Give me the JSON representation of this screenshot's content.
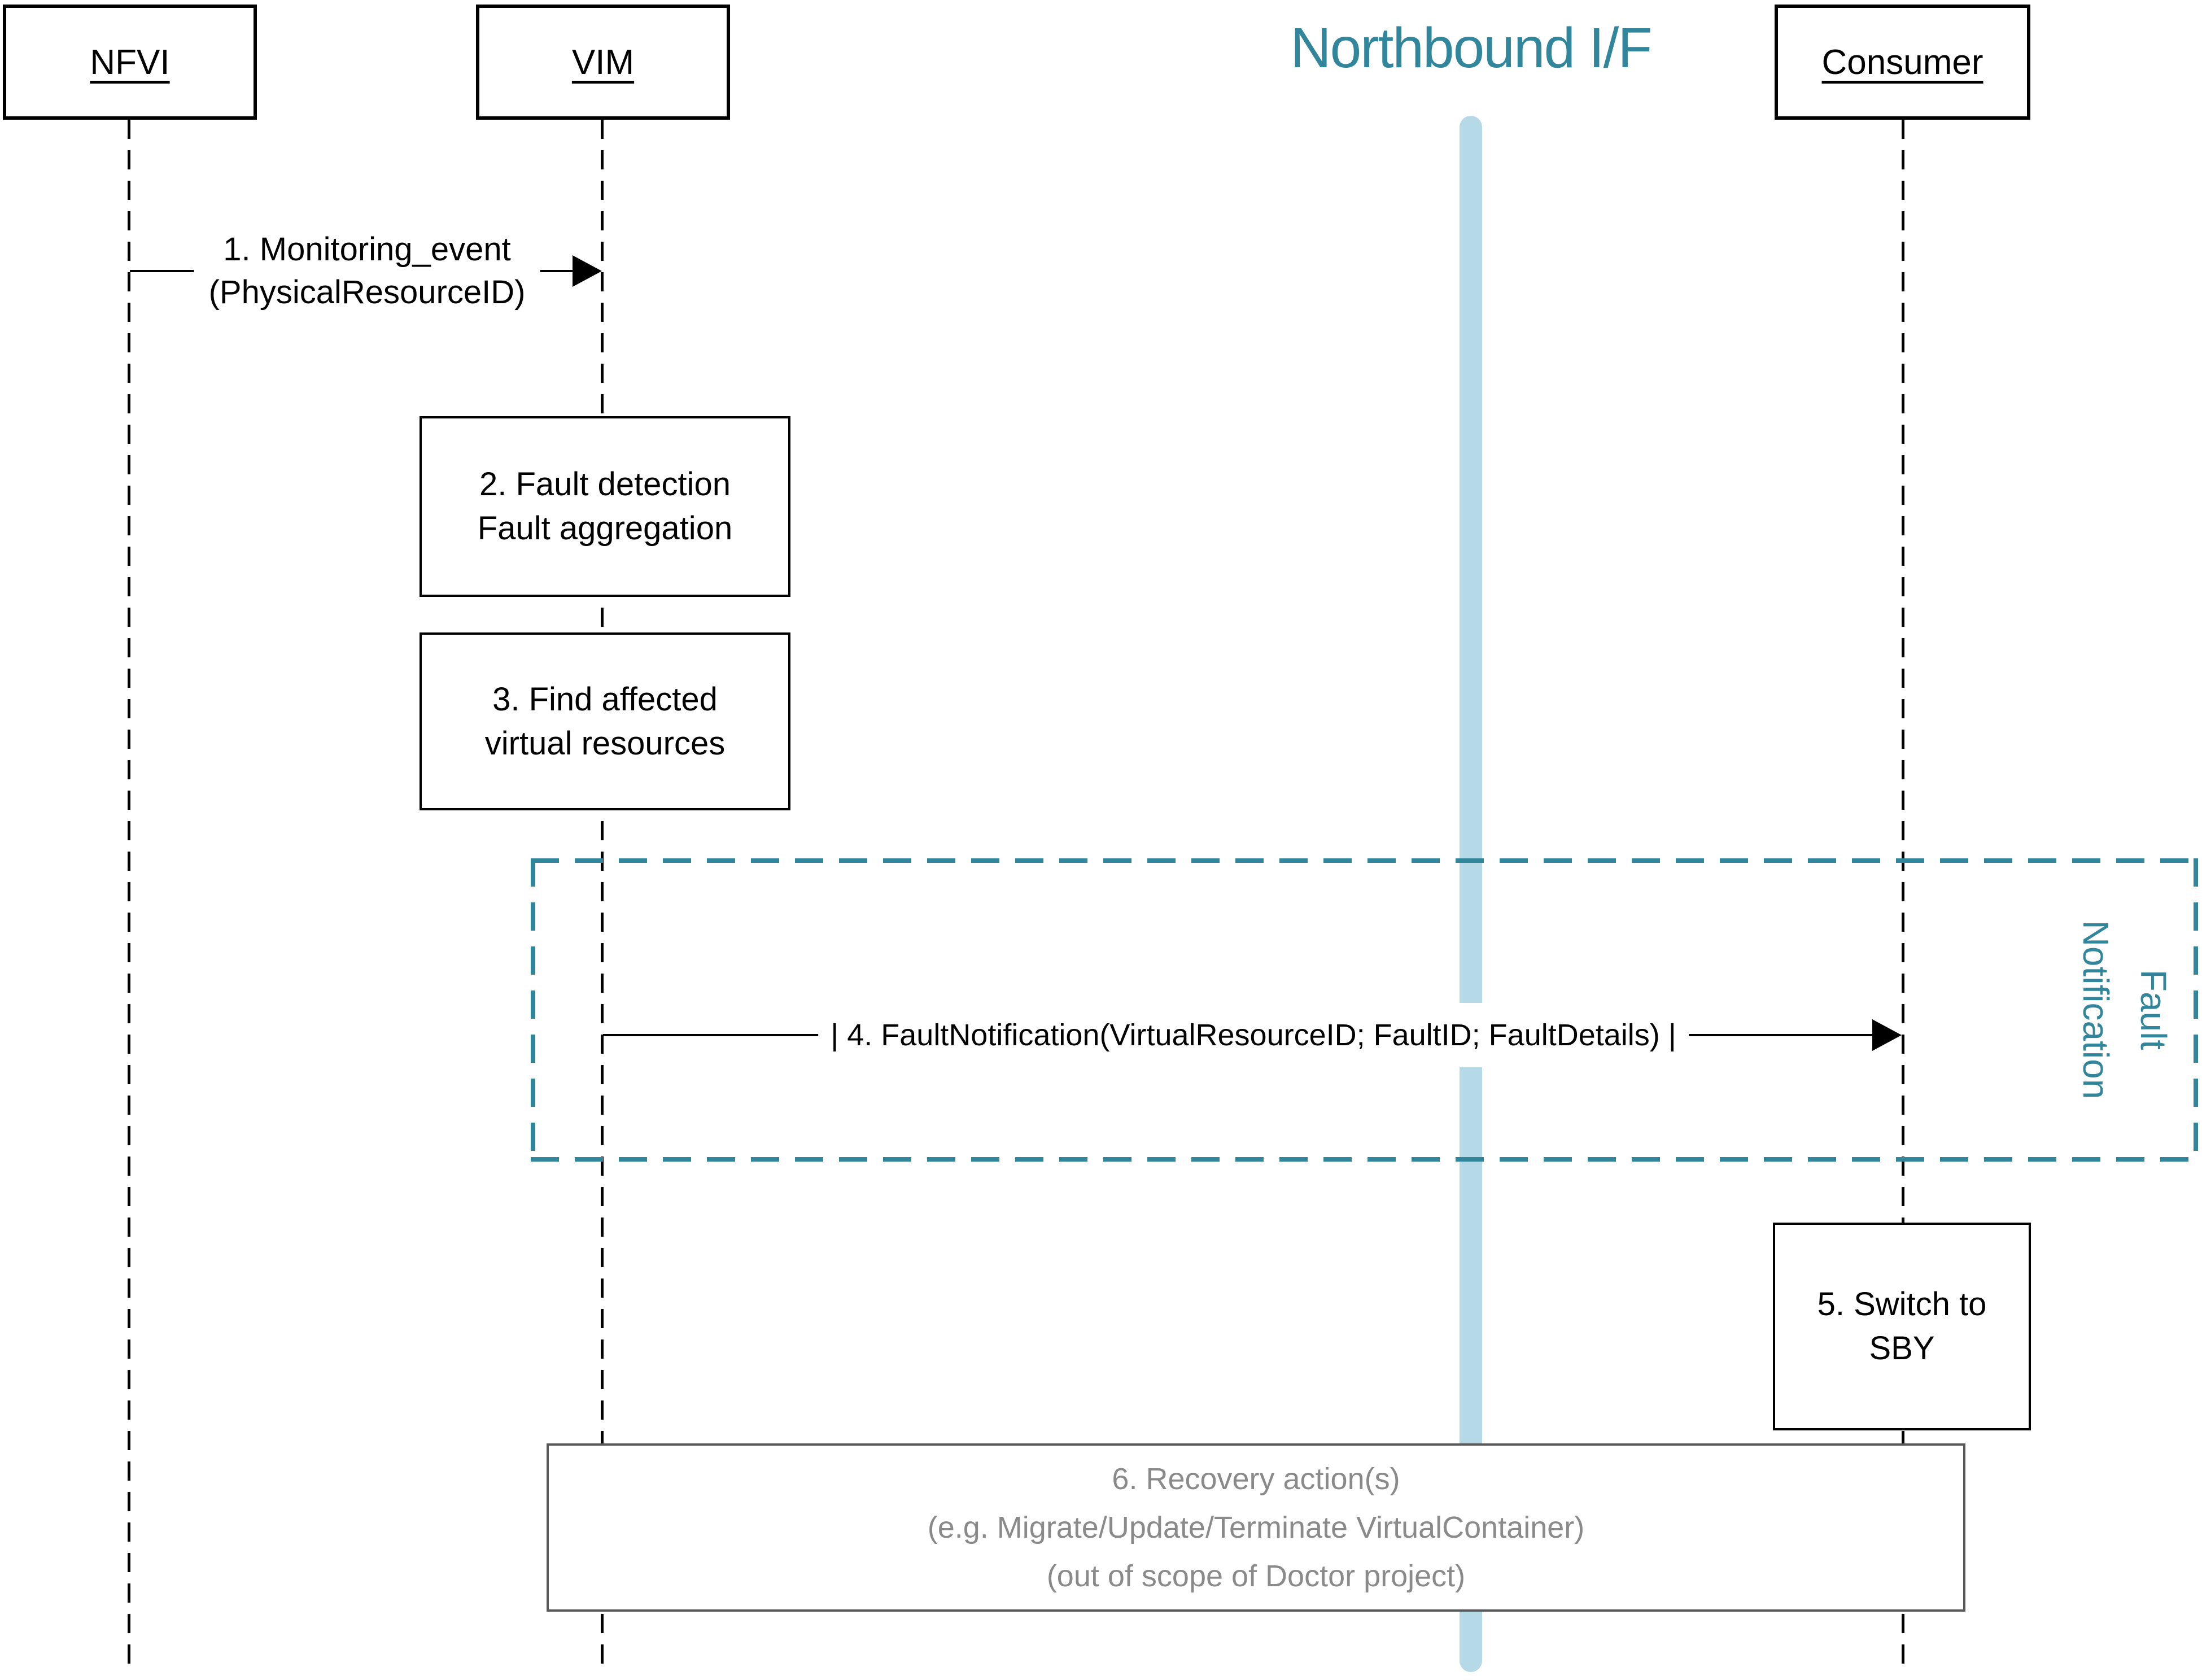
{
  "diagram": {
    "northbound_title": "Northbound I/F",
    "actors": [
      {
        "name": "NFVI"
      },
      {
        "name": "VIM"
      },
      {
        "name": "Consumer"
      }
    ],
    "messages": {
      "m1": {
        "line1": "1. Monitoring_event",
        "line2": "(PhysicalResourceID)",
        "from": "NFVI",
        "to": "VIM"
      },
      "m4": {
        "label": "| 4. FaultNotification(VirtualResourceID; FaultID; FaultDetails) |",
        "from": "VIM",
        "to": "Consumer"
      }
    },
    "activities": {
      "a2": {
        "line1": "2. Fault detection",
        "line2": "Fault aggregation",
        "on": "VIM"
      },
      "a3": {
        "line1": "3. Find affected",
        "line2": "virtual resources",
        "on": "VIM"
      },
      "a5": {
        "line1": "5. Switch to",
        "line2": "SBY",
        "on": "Consumer"
      },
      "a6": {
        "line1": "6. Recovery action(s)",
        "line2": "(e.g. Migrate/Update/Terminate VirtualContainer)",
        "line3": "(out of scope of Doctor project)"
      }
    },
    "region": {
      "line1": "Fault",
      "line2": "Notification"
    }
  },
  "colors": {
    "teal": "#31869C",
    "lightblue": "#B6D9E8",
    "gray-border": "#595959",
    "gray-text": "#8A8A8A",
    "black": "#000000"
  }
}
